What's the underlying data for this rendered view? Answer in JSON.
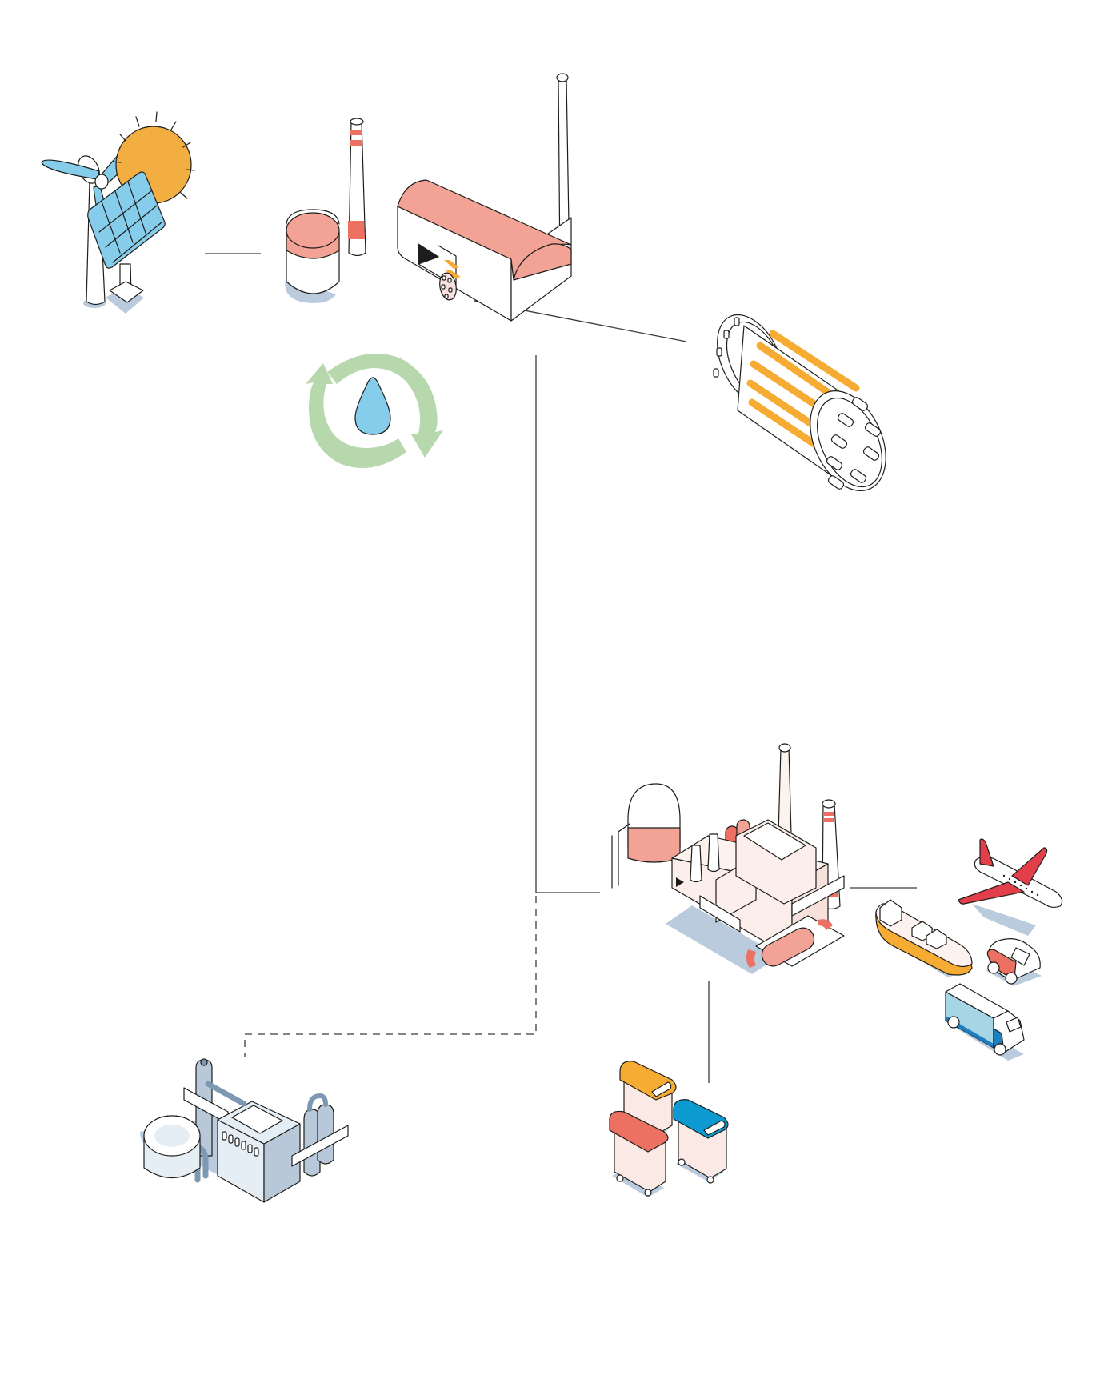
{
  "diagram": {
    "type": "isometric-process-flow",
    "nodes": [
      {
        "id": "renewables",
        "label": "",
        "icons": [
          "wind-turbine",
          "solar-panel",
          "sun"
        ]
      },
      {
        "id": "storage-tank",
        "label": "",
        "icons": [
          "storage-tank",
          "chimney"
        ]
      },
      {
        "id": "electrolysis-plant",
        "label": "",
        "icons": [
          "hall-building",
          "chimney",
          "electrolyser-stack"
        ]
      },
      {
        "id": "electrolyser-detail",
        "label": "",
        "icons": [
          "electrolyser-stack"
        ]
      },
      {
        "id": "water-cycle",
        "label": "",
        "icons": [
          "recycle-arrows",
          "water-drop"
        ]
      },
      {
        "id": "synthesis-plant",
        "label": "",
        "icons": [
          "factory",
          "gas-dome",
          "chimney"
        ]
      },
      {
        "id": "transport",
        "label": "",
        "icons": [
          "airplane",
          "ship",
          "car",
          "truck"
        ]
      },
      {
        "id": "waste-bins",
        "label": "",
        "icons": [
          "waste-bins"
        ]
      },
      {
        "id": "refinery",
        "label": "",
        "icons": [
          "refinery",
          "tank"
        ]
      }
    ],
    "edges": [
      {
        "from": "renewables",
        "to": "storage-tank",
        "style": "solid"
      },
      {
        "from": "electrolysis-plant",
        "to": "electrolyser-detail",
        "style": "solid"
      },
      {
        "from": "electrolysis-plant",
        "to": "synthesis-plant",
        "style": "solid"
      },
      {
        "from": "synthesis-plant",
        "to": "transport",
        "style": "solid"
      },
      {
        "from": "synthesis-plant",
        "to": "waste-bins",
        "style": "solid"
      },
      {
        "from": "synthesis-plant",
        "to": "refinery",
        "style": "dashed"
      }
    ]
  },
  "colors": {
    "blue": "#86cdeb",
    "sun": "#f2ae40",
    "salmon": "#f3a395",
    "coral": "#ec7162",
    "orange": "#f6ab33",
    "green": "#b7d8ad",
    "shadow": "#b9cbdc",
    "paleblue": "#e6eef5",
    "slate": "#7e98b3",
    "pink": "#fbebe7",
    "red": "#e23f4b",
    "binblue": "#0d9ad1",
    "truckblue": "#a6d6e6",
    "truckdark": "#1c7fc0"
  }
}
